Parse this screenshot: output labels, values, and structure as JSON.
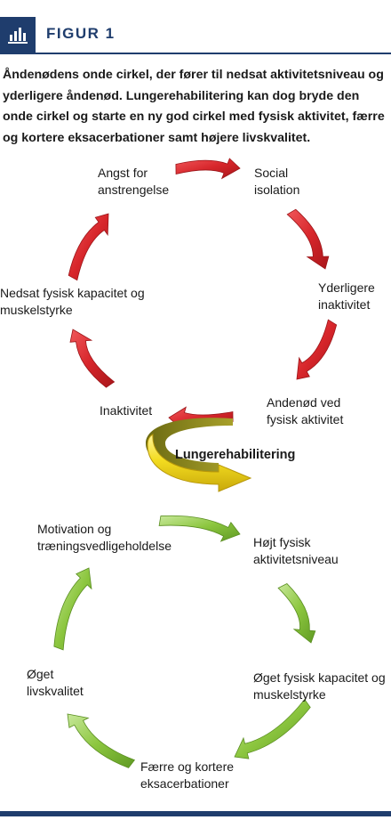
{
  "figure": {
    "label": "FIGUR 1",
    "icon": "bar-chart-icon",
    "accent_color": "#1f3d6d"
  },
  "caption": "Åndenødens onde cirkel, der fører til nedsat aktivitetsniveau og yderligere åndenød. Lungerehabilitering kan dog bryde den onde cirkel og starte en ny god cirkel med fysisk aktivitet, færre og kortere eksacerbationer samt højere livskvalitet.",
  "vicious_cycle": {
    "color": "#d7262b",
    "steps": [
      "Angst for\nanstrengelse",
      "Social\nisolation",
      "Yderligere\ninaktivitet",
      "Andenød ved\nfysisk aktivitet",
      "Inaktivitet",
      "Nedsat fysisk kapacitet og\nmuskelstyrke"
    ]
  },
  "intervention": {
    "label": "Lungerehabilitering",
    "color": "#f3dc20"
  },
  "virtuous_cycle": {
    "color": "#8cc63f",
    "steps": [
      "Motivation og\ntræningsvedligeholdelse",
      "Højt fysisk\naktivitetsniveau",
      "Øget fysisk kapacitet og\nmuskelstyrke",
      "Færre og kortere\neksacerbationer",
      "Øget\nlivskvalitet"
    ]
  }
}
